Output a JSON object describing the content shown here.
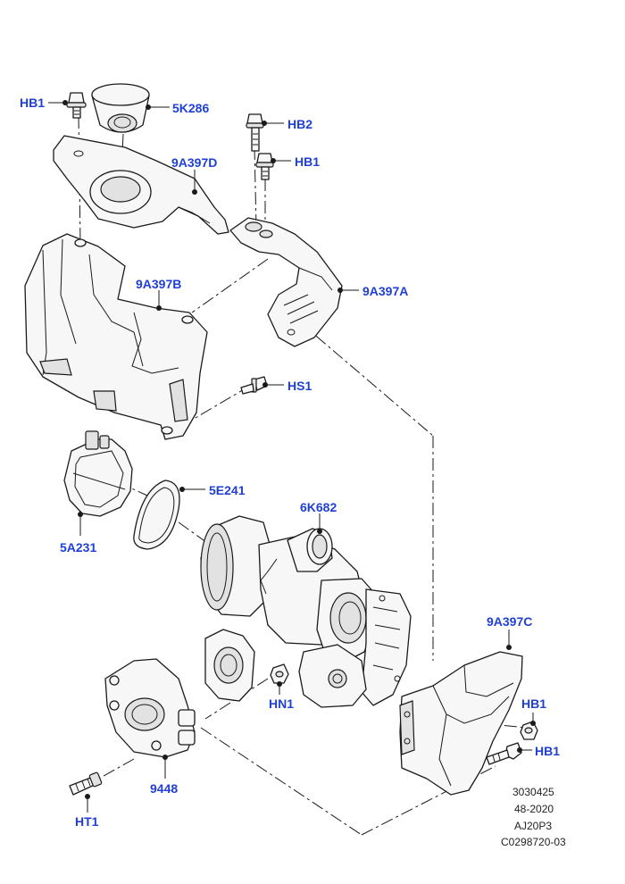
{
  "callouts": {
    "hb1_top": "HB1",
    "k286": "5K286",
    "hb2": "HB2",
    "hb1_mid": "HB1",
    "a397d": "9A397D",
    "a397b": "9A397B",
    "a397a": "9A397A",
    "hs1": "HS1",
    "e241": "5E241",
    "a231": "5A231",
    "k682": "6K682",
    "a397c": "9A397C",
    "hn1": "HN1",
    "hb1_right1": "HB1",
    "hb1_right2": "HB1",
    "p9448": "9448",
    "ht1": "HT1"
  },
  "footer": {
    "line1": "3030425",
    "line2": "48-2020",
    "line3": "AJ20P3",
    "line4": "C0298720-03"
  },
  "colors": {
    "label": "#1f3fd6",
    "line": "#1a1a1a"
  }
}
